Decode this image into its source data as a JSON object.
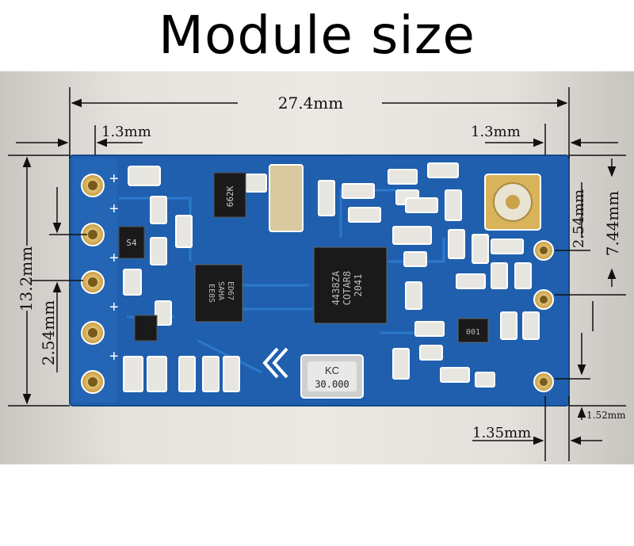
{
  "title": "Module size",
  "dimensions": {
    "length": "27.4mm",
    "left_margin": "1.3mm",
    "right_margin": "1.3mm",
    "height": "13.2mm",
    "pin_pitch_left": "2.54mm",
    "pin_pitch_right": "2.54mm",
    "right_span": "7.44mm",
    "bottom_offset": "1.35mm",
    "hole_offset": "1.52mm"
  },
  "board": {
    "pin_labels": [
      "+",
      "+",
      "+",
      "+",
      "+"
    ],
    "chip_small_label": "662K",
    "chip_s4_label": "S4",
    "mcu_label_1": "ED67",
    "mcu_label_2": "SAHA",
    "mcu_label_3": "EE8S",
    "rf_label_1": "4438ZA",
    "rf_label_2": "COTAR8",
    "rf_label_3": "2041",
    "crystal_logo": "KC",
    "crystal_freq": "30.000",
    "ic_small_label": "001"
  },
  "colors": {
    "pcb": "#1f5fae",
    "silkscreen": "#ffffff",
    "gold": "#d9b35a",
    "arrow": "#111111"
  }
}
